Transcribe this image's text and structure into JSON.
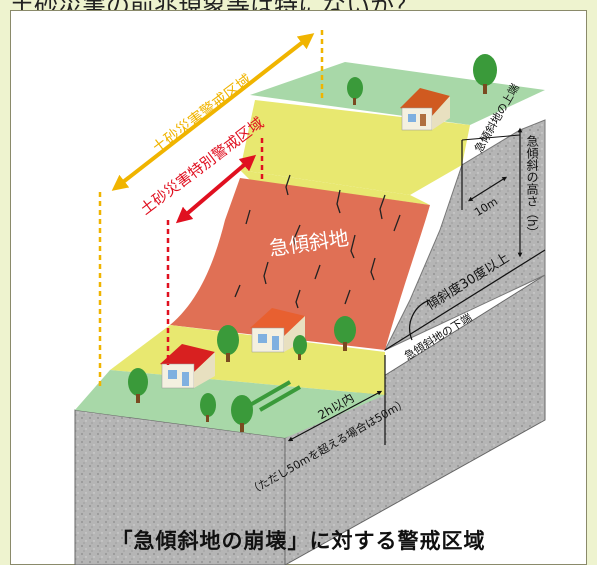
{
  "header_fragment": "土砂災害の前兆現象等は特にないか？",
  "labels": {
    "warning_zone": "土砂災害警戒区域",
    "special_warning_zone": "土砂災害特別警戒区域",
    "steep_slope": "急傾斜地",
    "slope_top": "急傾斜地の上端",
    "slope_bottom": "急傾斜地の下端",
    "slope_height": "急傾斜の高さ（h）",
    "ten_m": "10m",
    "gradient": "傾斜度30度以上",
    "two_h": "2h以内",
    "two_h_note": "（ただし50mを超える場合は50m）"
  },
  "caption": "「急傾斜地の崩壊」に対する警戒区域",
  "colors": {
    "warning_zone": "#f0b400",
    "special_warning_zone": "#e01020",
    "slope_face": "#e07055",
    "plateau": "#e8e870",
    "grass": "#a8d8a8",
    "rock": "#a8a8a8"
  }
}
